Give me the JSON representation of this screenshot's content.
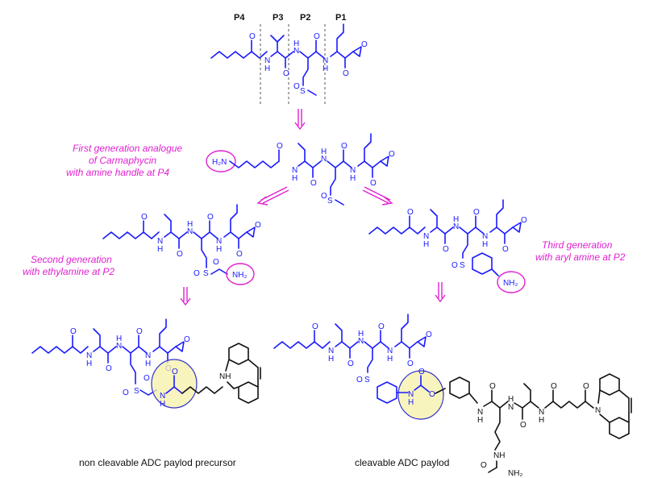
{
  "positions": [
    "P4",
    "P3",
    "P2",
    "P1"
  ],
  "notes": {
    "first_gen": [
      "First generation analogue",
      "of Carmaphycin",
      "with amine handle at P4"
    ],
    "second_gen": [
      "Second generation",
      "with ethylamine at P2"
    ],
    "third_gen": [
      "Third generation",
      "with aryl amine at P2"
    ]
  },
  "captions": {
    "non_cleavable": "non cleavable ADC paylod precursor",
    "cleavable": "cleavable ADC paylod"
  },
  "atoms": {
    "N": "N",
    "H": "H",
    "O": "O",
    "S": "S",
    "NH": "NH",
    "H2N": "H₂N",
    "NH2": "NH₂"
  },
  "colors": {
    "structure": "#1a1aff",
    "linker": "#111111",
    "annotation": "#e020d0",
    "highlight": "#f6f0a8"
  }
}
